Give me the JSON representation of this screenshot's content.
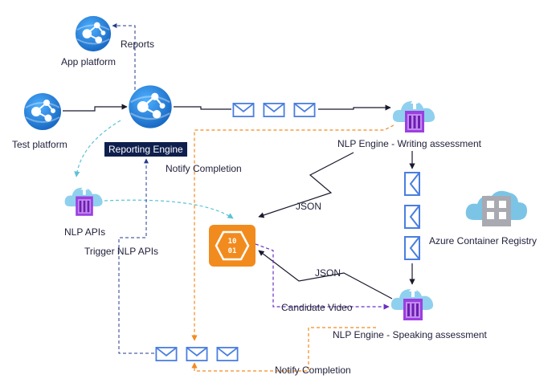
{
  "nodes": {
    "app_platform": {
      "label": "App platform",
      "icon": "web-app-icon"
    },
    "test_platform": {
      "label": "Test platform",
      "icon": "web-app-icon"
    },
    "reporting_engine": {
      "label": "Reporting Engine",
      "icon": "web-app-icon"
    },
    "nlp_apis": {
      "label": "NLP APIs",
      "icon": "cloud-service-icon"
    },
    "nlp_writing": {
      "label": "NLP Engine - Writing assessment",
      "icon": "cloud-service-icon"
    },
    "nlp_speaking": {
      "label": "NLP Engine - Speaking assessment",
      "icon": "cloud-service-icon"
    },
    "azure_registry": {
      "label": "Azure Container Registry",
      "icon": "container-registry-icon"
    },
    "processor": {
      "label": "",
      "icon": "binary-processor-icon",
      "glyph_top": "10",
      "glyph_bottom": "01"
    }
  },
  "edges": {
    "reports": "Reports",
    "notify_top": "Notify Completion",
    "notify_bottom": "Notify Completion",
    "trigger": "Trigger NLP APIs",
    "json_top": "JSON",
    "json_bottom": "JSON",
    "candidate_video": "Candidate Video"
  },
  "colors": {
    "azure_blue": "#1e88e5",
    "cloud": "#7cc4e6",
    "queue_purple": "#9b3fe0",
    "envelope": "#4a7ee0",
    "orange": "#f28b1e",
    "teal": "#5cc2d6",
    "navy": "#233b8f",
    "badge": "#0f1f4d"
  }
}
